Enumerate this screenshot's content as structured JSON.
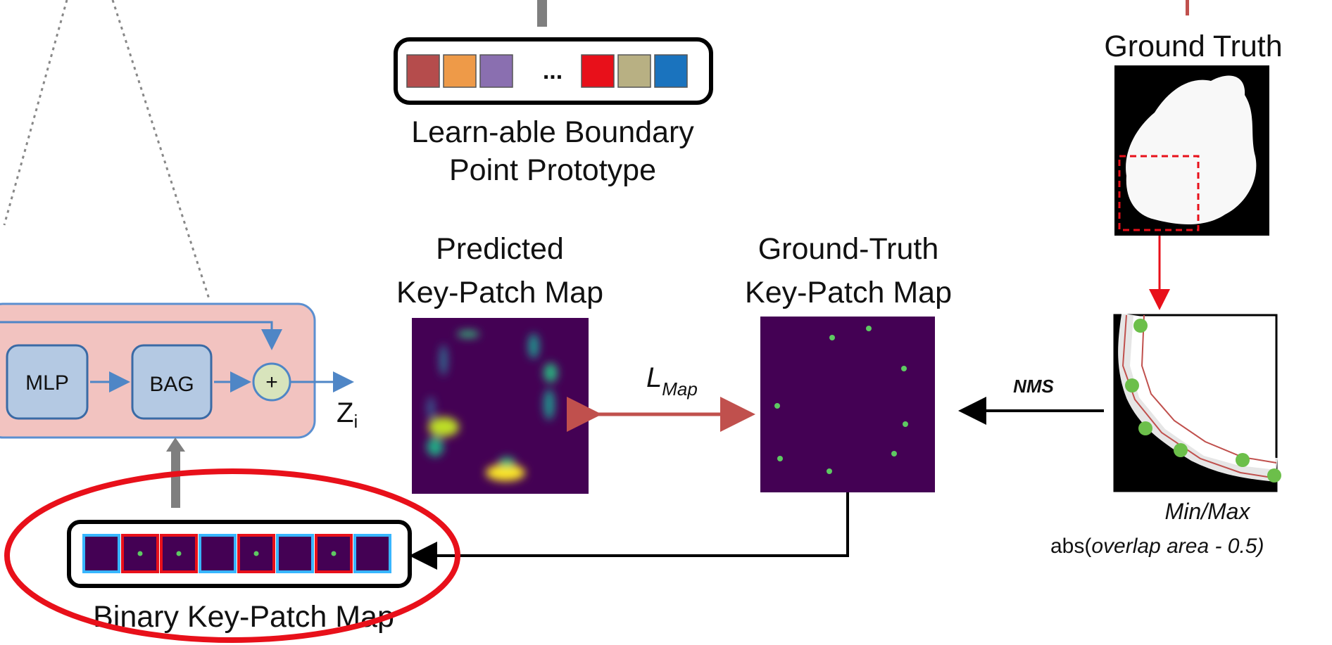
{
  "prototype": {
    "label_line1": "Learn-able Boundary",
    "label_line2": "Point Prototype",
    "ellipsis": "...",
    "swatch_colors": [
      "#b54c4c",
      "#ee9a48",
      "#8a6fb0",
      "#e8101a",
      "#b8b083",
      "#1a73be"
    ]
  },
  "ground_truth": {
    "title": "Ground Truth"
  },
  "predicted_map": {
    "line1": "Predicted",
    "line2": "Key-Patch Map"
  },
  "gt_map": {
    "line1": "Ground-Truth",
    "line2": "Key-Patch Map"
  },
  "loss": {
    "symbol": "L",
    "subscript": "Map"
  },
  "nms": {
    "label": "NMS"
  },
  "minmax": {
    "line1": "Min/Max",
    "line2_prefix": "abs(",
    "line2_italic": "overlap area - 0.5)"
  },
  "block": {
    "mlp": "MLP",
    "bag": "BAG",
    "plus": "+",
    "output": "Z",
    "output_sub": "i"
  },
  "binary_map": {
    "label": "Binary Key-Patch Map",
    "cells": [
      0,
      1,
      1,
      0,
      1,
      0,
      1,
      0
    ]
  },
  "colors": {
    "map_bg": "#440154",
    "map_point": "#5ec962",
    "highlight": "#e8101a",
    "block_bg": "#f2c3c0",
    "block_border": "#5b8fd0",
    "module_fill": "#b4c9e3",
    "flow": "#4f86c6",
    "loss_arrow": "#c0504d"
  }
}
